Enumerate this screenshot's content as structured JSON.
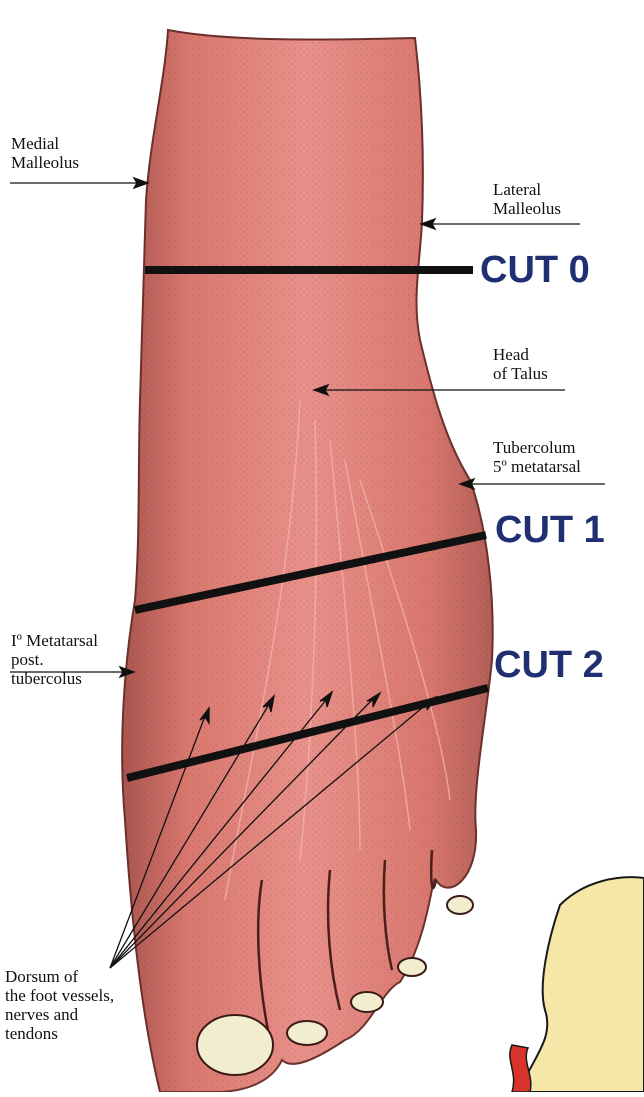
{
  "labels": {
    "medial_malleolus": "Medial\nMalleolus",
    "lateral_malleolus": "Lateral\nMalleolus",
    "head_of_talus": "Head\nof Talus",
    "tubercolum": "Tubercolum\n5º metatarsal",
    "metatarsal_tubercolus": "Iº Metatarsal\npost.\ntubercolus",
    "dorsum": "Dorsum of\nthe foot vessels,\nnerves and\ntendons"
  },
  "cuts": {
    "cut0": "CUT 0",
    "cut1": "CUT 1",
    "cut2": "CUT 2"
  },
  "colors": {
    "skin": "#e2837b",
    "skin_shadow": "#9a4b46",
    "toenail": "#f3edd0",
    "cut_text": "#1f2f72",
    "bone_section": "#f4e7a8",
    "vessel": "#d9342b"
  }
}
